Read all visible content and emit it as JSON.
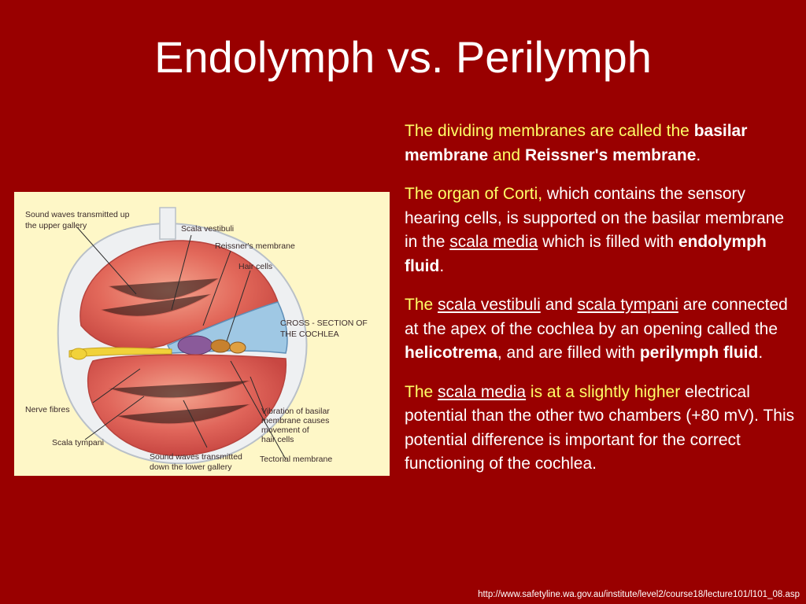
{
  "title": "Endolymph vs. Perilymph",
  "figure": {
    "labels": {
      "sound_upper_1": "Sound waves transmitted up",
      "sound_upper_2": "the upper gallery",
      "scala_vestibuli": "Scala vestibuli",
      "reissner": "Reissner's membrane",
      "hair_cells": "Hair cells",
      "cross_1": "CROSS - SECTION OF",
      "cross_2": "THE COCHLEA",
      "nerve": "Nerve fibres",
      "scala_tympani": "Scala tympani",
      "vib_1": "Vibration of basilar",
      "vib_2": "membrane causes",
      "vib_3": "movement of",
      "vib_4": "hair cells",
      "sound_lower_1": "Sound waves transmitted",
      "sound_lower_2": "down the lower gallery",
      "tectorial": "Tectorial membrane"
    }
  },
  "text": {
    "p1": {
      "a": "The dividing membranes are called the ",
      "b": "basilar membrane",
      "c": " and ",
      "d": "Reissner's membrane",
      "e": "."
    },
    "p2": {
      "a": "The organ of Corti, ",
      "b": "which contains the sensory hearing cells, is supported on the basilar membrane in the ",
      "c": "scala media",
      "d": " which is filled with ",
      "e": "endolymph fluid",
      "f": "."
    },
    "p3": {
      "a": "The ",
      "b": "scala vestibuli",
      "c": " and ",
      "d": "scala tympani",
      "e": " are connected at the apex of the cochlea by an opening called the ",
      "f": "helicotrema",
      "g": ", and are filled with ",
      "h": "perilymph fluid",
      "i": "."
    },
    "p4": {
      "a": "The ",
      "b": "scala media",
      "c": " is at a slightly higher ",
      "d": "electrical potential",
      "e": " than the other two chambers (+80 mV). This potential difference is important for the correct functioning of the cochlea."
    }
  },
  "source": "http://www.safetyline.wa.gov.au/institute/level2/course18/lecture101/l101_08.asp"
}
